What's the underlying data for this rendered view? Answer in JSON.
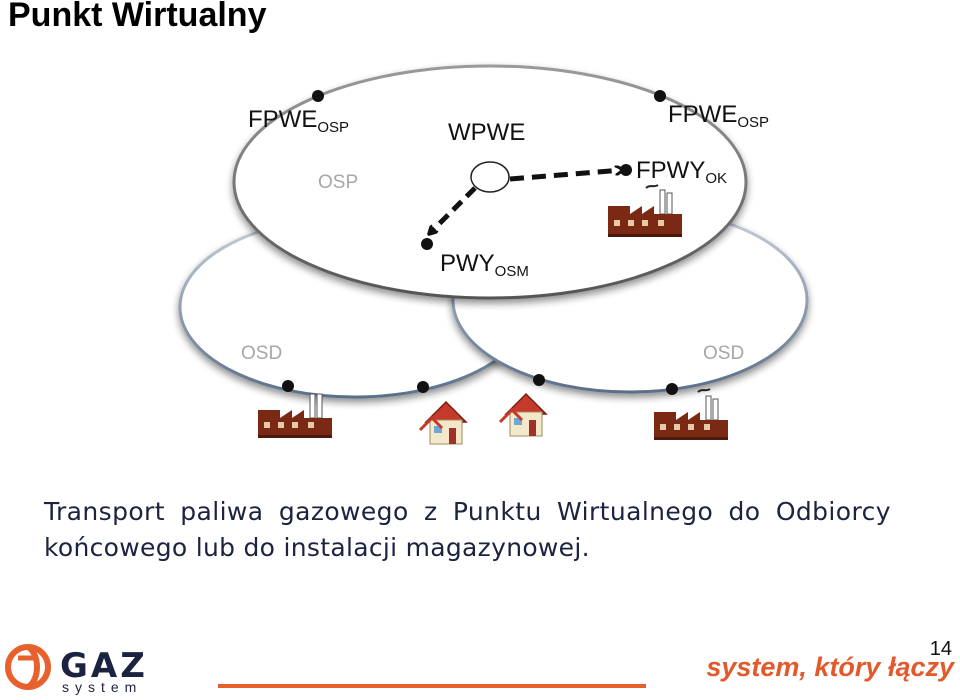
{
  "title": "Punkt Wirtualny",
  "diagram": {
    "top_zone": "OSP",
    "left_zone": "OSD",
    "right_zone": "OSD",
    "center_node": "WPWE",
    "fpwe_left": {
      "main": "FPWE",
      "sub": "OSP"
    },
    "fpwe_right": {
      "main": "FPWE",
      "sub": "OSP"
    },
    "fpwy": {
      "main": "FPWY",
      "sub": "OK"
    },
    "pwy": {
      "main": "PWY",
      "sub": "OSM"
    },
    "colors": {
      "ellipse_fill": "#ffffff",
      "ellipse_stroke": "#7a8aa0",
      "factory": "#7a2a14",
      "house_wall": "#f3e8c9",
      "house_roof": "#c53a2a",
      "arrow": "#111111"
    }
  },
  "caption": {
    "line1": "Transport paliwa gazowego z Punktu Wirtualnego do Odbiorcy",
    "line2": "końcowego lub do instalacji magazynowej."
  },
  "footer": {
    "logo_main": "GAZ",
    "logo_sub": "system",
    "slogan": "system, który łączy",
    "page_number": "14",
    "accent": "#e8612c"
  }
}
